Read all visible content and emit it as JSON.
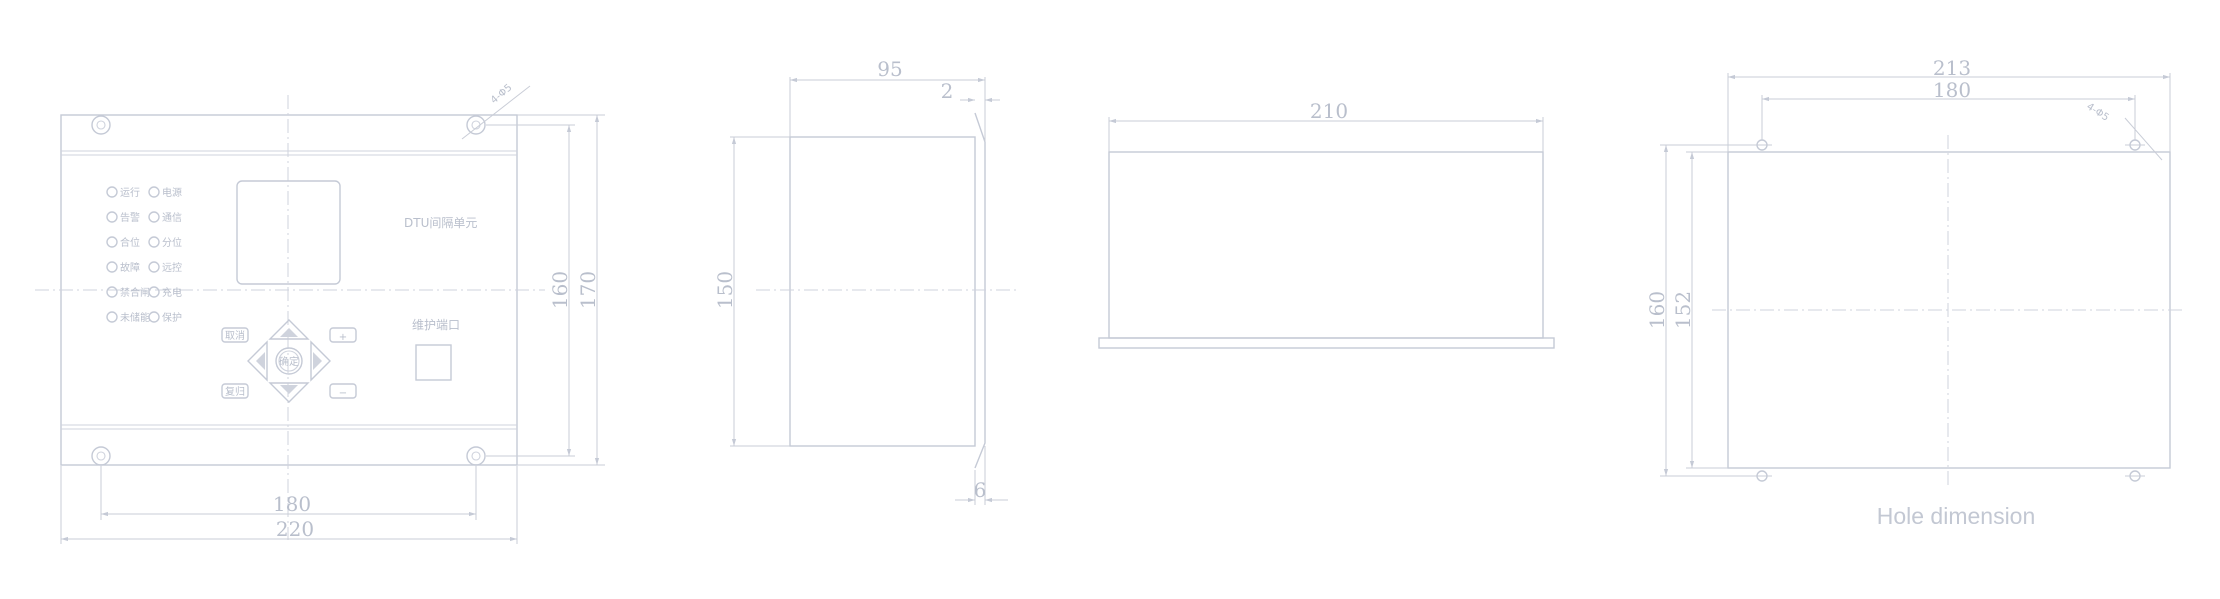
{
  "front_view": {
    "title": "DTU间隔单元",
    "maintenance_port": "维护端口",
    "leds_left": [
      "运行",
      "告警",
      "合位",
      "故障",
      "禁合闸",
      "未储能"
    ],
    "leds_right": [
      "电源",
      "通信",
      "分位",
      "远控",
      "充电",
      "保护"
    ],
    "keys": {
      "cancel": "取消",
      "reset": "复归",
      "confirm": "确定",
      "plus": "+",
      "minus": "−"
    },
    "dims": {
      "hole_span": "180",
      "width": "220",
      "height_inner": "160",
      "height_outer": "170",
      "hole_note": "4-Φ5"
    }
  },
  "side_view": {
    "dims": {
      "depth": "95",
      "flange": "2",
      "height": "150",
      "bottom": "6"
    }
  },
  "top_view": {
    "dims": {
      "width": "210"
    }
  },
  "hole_view": {
    "caption": "Hole dimension",
    "dims": {
      "outer_width": "213",
      "hole_span": "180",
      "hole_note": "4-Φ5",
      "height_outer": "160",
      "height_inner": "152"
    }
  },
  "colors": {
    "line": "#c5cad6",
    "text": "#b9bfcc"
  }
}
